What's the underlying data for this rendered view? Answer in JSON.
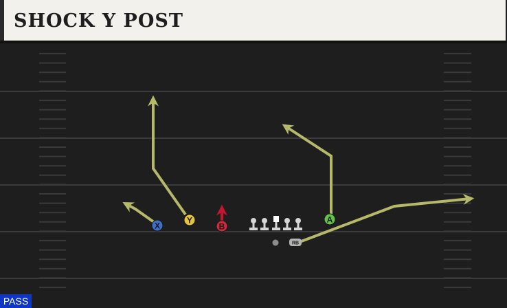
{
  "header": {
    "title": "SHOCK Y POST"
  },
  "badge": {
    "play_type": "PASS"
  },
  "colors": {
    "route": "#b6b86a",
    "block_route": "#c4162e",
    "yard_line": "#3b3b3d",
    "hash": "#3a3a3c",
    "field": "#1e1e1f",
    "lineman": "#d6d6d6"
  },
  "players": [
    {
      "id": "X",
      "label": "X",
      "color": "#3f6fc8",
      "role": "receiver"
    },
    {
      "id": "Y",
      "label": "Y",
      "color": "#e6c53b",
      "role": "receiver"
    },
    {
      "id": "B",
      "label": "B",
      "color": "#cf2a3c",
      "role": "back"
    },
    {
      "id": "A",
      "label": "A",
      "color": "#63c24a",
      "role": "receiver"
    },
    {
      "id": "RB",
      "label": "RB",
      "color": "#b4b4b4",
      "role": "running-back"
    },
    {
      "id": "QB",
      "label": "",
      "color": "#8d8d8d",
      "role": "quarterback"
    }
  ],
  "offensive_line": [
    "LT",
    "LG",
    "C",
    "RG",
    "RT"
  ]
}
